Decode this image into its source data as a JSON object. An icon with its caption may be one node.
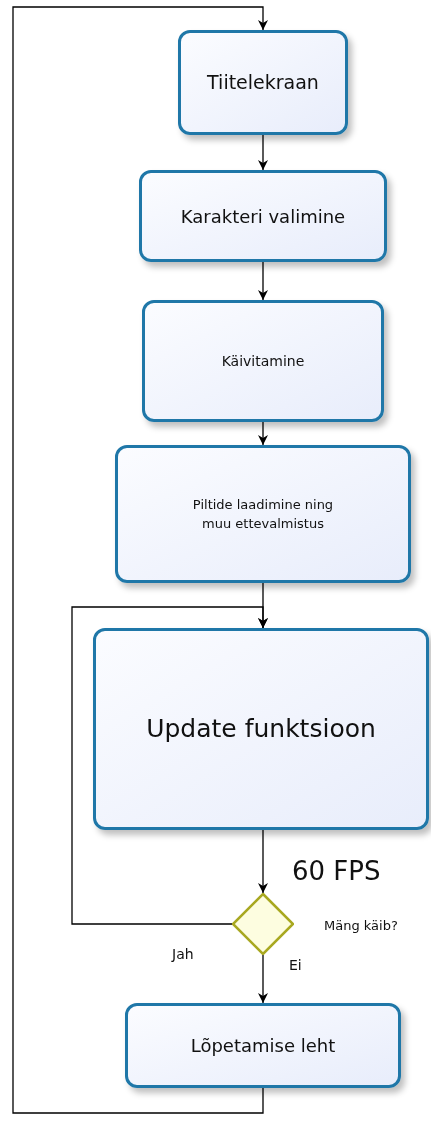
{
  "diagram": {
    "nodes": [
      {
        "text": [
          "Tiitelekraan"
        ]
      },
      {
        "text": [
          "Karakteri valimine"
        ]
      },
      {
        "text": [
          "Käivitamine"
        ]
      },
      {
        "text": [
          "Piltide laadimine ning muu ettevalmistus"
        ]
      },
      {
        "text": [
          "Update funktsioon"
        ]
      },
      {
        "text": [],
        "shape": "diamond",
        "beside": [
          "Mäng käib?"
        ]
      },
      {
        "text": [
          "Lõpetamise leht"
        ]
      }
    ],
    "edges": [
      {
        "from": 0,
        "to": 1,
        "arrow": "to"
      },
      {
        "from": 1,
        "to": 2,
        "arrow": "to"
      },
      {
        "from": 2,
        "to": 3,
        "arrow": "to"
      },
      {
        "from": 3,
        "to": 4,
        "arrow": "to"
      },
      {
        "from": 4,
        "to": 5,
        "arrow": "to",
        "label": "60 FPS"
      },
      {
        "from": 5,
        "to": 4,
        "arrow": "to",
        "label": "Jah"
      },
      {
        "from": 5,
        "to": 6,
        "arrow": "to",
        "label": "Ei"
      },
      {
        "from": 6,
        "to": 0,
        "arrow": "to"
      }
    ]
  }
}
